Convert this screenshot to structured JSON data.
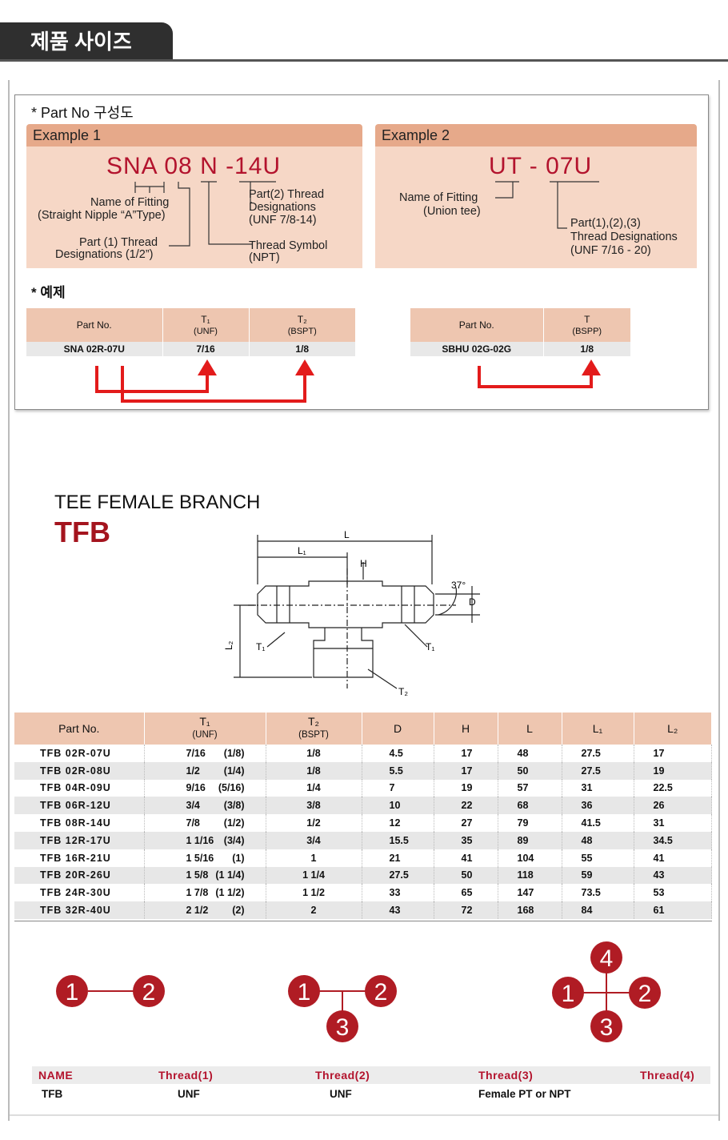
{
  "header": {
    "title": "제품 사이즈"
  },
  "part_no_section": {
    "heading": "* Part No 구성도",
    "example1": {
      "label": "Example 1",
      "code": "SNA 08 N -14U",
      "callouts": {
        "name_of_fitting": [
          "Name of Fitting",
          "(Straight Nipple “A”Type)"
        ],
        "part1_thread": [
          "Part (1) Thread",
          "Designations (1/2”)"
        ],
        "part2_thread": [
          "Part(2) Thread",
          "Designations",
          "(UNF 7/8-14)"
        ],
        "thread_symbol": [
          "Thread Symbol",
          "(NPT)"
        ]
      }
    },
    "example2": {
      "label": "Example 2",
      "code": "UT - 07U",
      "callouts": {
        "name_of_fitting": [
          "Name of Fitting",
          "(Union tee)"
        ],
        "thread_designations": [
          "Part(1),(2),(3)",
          "Thread Designations",
          "(UNF 7/16 - 20)"
        ]
      }
    },
    "example_heading": "* 예제",
    "example_table1": {
      "headers": [
        [
          "Part No."
        ],
        [
          "T₁",
          "(UNF)"
        ],
        [
          "T₂",
          "(BSPT)"
        ]
      ],
      "row": [
        "SNA 02R-07U",
        "7/16",
        "1/8"
      ]
    },
    "example_table2": {
      "headers": [
        [
          "Part No."
        ],
        [
          "T",
          "(BSPP)"
        ]
      ],
      "row": [
        "SBHU 02G-02G",
        "1/8"
      ]
    }
  },
  "product": {
    "title": "TEE FEMALE BRANCH",
    "code": "TFB",
    "drawing_labels": {
      "L": "L",
      "L1": "L₁",
      "H": "H",
      "angle": "37°",
      "D": "D",
      "L2": "L₂",
      "T1a": "T₁",
      "T1b": "T₁",
      "T2": "T₂"
    }
  },
  "spec_table": {
    "headers": [
      [
        "Part No."
      ],
      [
        "T₁",
        "(UNF)"
      ],
      [
        "T₂",
        "(BSPT)"
      ],
      [
        "D"
      ],
      [
        "H"
      ],
      [
        "L"
      ],
      [
        "L₁"
      ],
      [
        "L₂"
      ]
    ],
    "rows": [
      [
        "TFB 02R-07U",
        "7/16",
        "(1/8)",
        "1/8",
        "4.5",
        "17",
        "48",
        "27.5",
        "17"
      ],
      [
        "TFB 02R-08U",
        "1/2",
        "(1/4)",
        "1/8",
        "5.5",
        "17",
        "50",
        "27.5",
        "19"
      ],
      [
        "TFB 04R-09U",
        "9/16",
        "(5/16)",
        "1/4",
        "7",
        "19",
        "57",
        "31",
        "22.5"
      ],
      [
        "TFB 06R-12U",
        "3/4",
        "(3/8)",
        "3/8",
        "10",
        "22",
        "68",
        "36",
        "26"
      ],
      [
        "TFB 08R-14U",
        "7/8",
        "(1/2)",
        "1/2",
        "12",
        "27",
        "79",
        "41.5",
        "31"
      ],
      [
        "TFB 12R-17U",
        "1 1/16",
        "(3/4)",
        "3/4",
        "15.5",
        "35",
        "89",
        "48",
        "34.5"
      ],
      [
        "TFB 16R-21U",
        "1 5/16",
        "(1)",
        "1",
        "21",
        "41",
        "104",
        "55",
        "41"
      ],
      [
        "TFB 20R-26U",
        "1 5/8",
        "(1 1/4)",
        "1 1/4",
        "27.5",
        "50",
        "118",
        "59",
        "43"
      ],
      [
        "TFB 24R-30U",
        "1 7/8",
        "(1 1/2)",
        "1 1/2",
        "33",
        "65",
        "147",
        "73.5",
        "53"
      ],
      [
        "TFB 32R-40U",
        "2 1/2",
        "(2)",
        "2",
        "43",
        "72",
        "168",
        "84",
        "61"
      ]
    ]
  },
  "thread_diagrams": {
    "d1": [
      "1",
      "2"
    ],
    "d2": [
      "1",
      "2",
      "3"
    ],
    "d3": [
      "1",
      "2",
      "3",
      "4"
    ],
    "color": "#b01c24"
  },
  "name_table": {
    "headers": [
      "NAME",
      "Thread(1)",
      "Thread(2)",
      "Thread(3)",
      "Thread(4)"
    ],
    "row": [
      "TFB",
      "UNF",
      "UNF",
      "Female PT or NPT",
      ""
    ]
  },
  "colors": {
    "accent_red": "#b3132d",
    "header_fill": "#eec6b0",
    "example_fill": "#f6d7c6",
    "arrow_red": "#e31b1b"
  }
}
